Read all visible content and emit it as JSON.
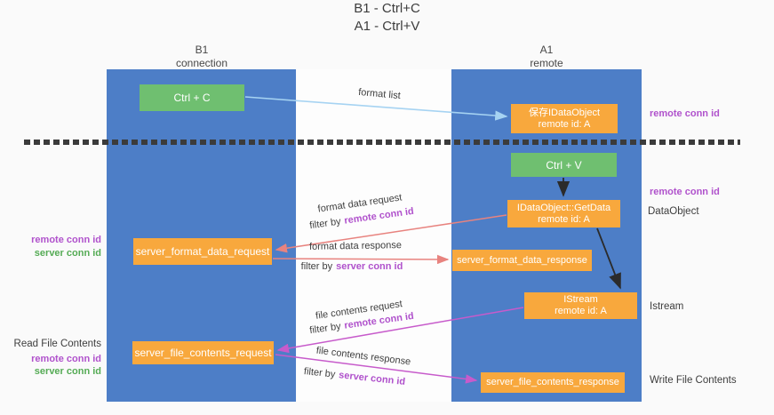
{
  "title": {
    "line1": "B1 - Ctrl+C",
    "line2": "A1 - Ctrl+V"
  },
  "columns": {
    "left": {
      "name": "B1",
      "role": "connection"
    },
    "right": {
      "name": "A1",
      "role": "remote"
    }
  },
  "nodes": {
    "ctrl_c": {
      "label": "Ctrl + C"
    },
    "ctrl_v": {
      "label": "Ctrl + V"
    },
    "save_idataobject": {
      "line1": "保存IDataObject",
      "line2": "remote id: A"
    },
    "idataobject_getdata": {
      "line1": "IDataObject::GetData",
      "line2": "remote id: A"
    },
    "istream": {
      "line1": "IStream",
      "line2": "remote id: A"
    },
    "server_format_data_request": {
      "label": "server_format_data_request"
    },
    "server_format_data_response": {
      "label": "server_format_data_response"
    },
    "server_file_contents_request": {
      "label": "server_file_contents_request"
    },
    "server_file_contents_response": {
      "label": "server_file_contents_response"
    }
  },
  "arrow_labels": {
    "format_list": "format list",
    "format_data_request": "format data request",
    "format_data_response": "format data response",
    "file_contents_request": "file contents request",
    "file_contents_response": "file contents response",
    "filter_by": "filter by"
  },
  "shared": {
    "remote_conn_id": "remote conn id",
    "server_conn_id": "server conn id"
  },
  "side_labels": {
    "dataobject": "DataObject",
    "istream": "Istream",
    "read_file_contents": "Read File Contents",
    "write_file_contents": "Write File Contents"
  },
  "colors": {
    "column_blue": "#4d7ec7",
    "box_green": "#6fbf70",
    "box_orange": "#f8a83d",
    "arrow_blue": "#a6d3f2",
    "arrow_salmon": "#e8837f",
    "arrow_magenta": "#c75bcb",
    "arrow_black": "#2b2b2b",
    "text_purple": "#b052cc",
    "text_green": "#55ab55"
  }
}
